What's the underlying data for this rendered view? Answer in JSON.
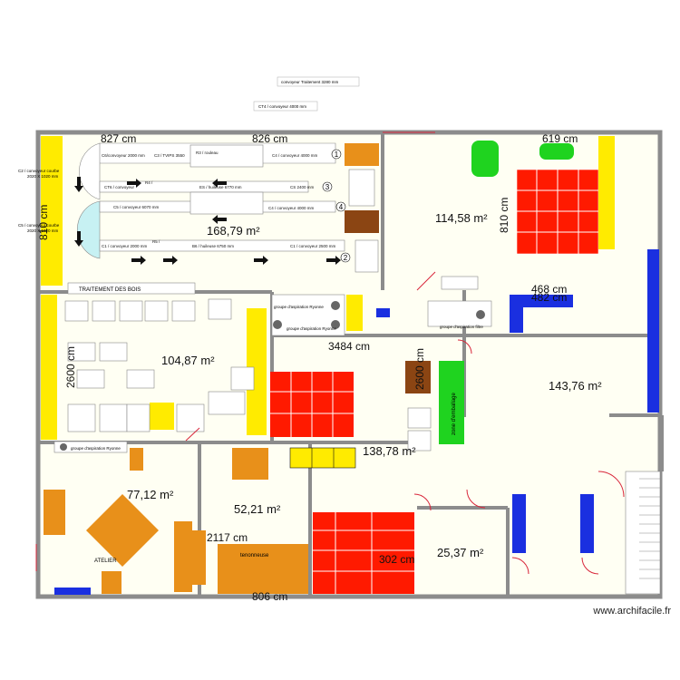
{
  "title_labels": {
    "top1": "convoyeur Traitement 3280 mm",
    "top2": "CT4 / convoyeur 4000 mm"
  },
  "areas": [
    "168,79 m²",
    "114,58 m²",
    "104,87 m²",
    "143,76 m²",
    "138,78 m²",
    "77,12 m²",
    "52,21 m²",
    "25,37 m²"
  ],
  "dimensions": [
    "827 cm",
    "826 cm",
    "619 cm",
    "810 cm",
    "810 cm",
    "468 cm",
    "482 cm",
    "3484 cm",
    "2600 cm",
    "2600 cm",
    "2117 cm",
    "302 cm",
    "806 cm"
  ],
  "side_labels": {
    "c2": "C2 / convoyeur courbe",
    "c2_dim": "2020 X 1020 mm",
    "c5": "C5 / convoyeur courbe",
    "c5_dim": "2020 X 1020 mm"
  },
  "conveyors": [
    "C6/convoyeur 2000 mm",
    "C3 / TVIPS 3550",
    "R3 / rouleau",
    "C4 / convoyeur 4000 mm",
    "CT6 / convoyeur",
    "R4 /",
    "ES / huileuse 6770 mm",
    "CS 2400 mm",
    "C5 / convoyeur 6070 mm",
    "C4 / convoyeur 4000 mm",
    "C1 / convoyeur 2000 mm",
    "R5 /",
    "B6 / huileuse 6750 mm",
    "C1 / convoyeur 2500 mm"
  ],
  "circle_numbers": [
    "1",
    "2",
    "3",
    "4"
  ],
  "labels": {
    "traitement": "TRAITEMENT DES BOIS",
    "aspi1": "groupe d'aspiration Ryonne",
    "aspi2": "groupe d'aspiration Ryonne",
    "aspi3": "groupe d'aspiration filtre",
    "aspi4": "groupe d'aspiration Ryonne",
    "emballage": "zone d'emballage",
    "atelier": "ATELIER",
    "tenonneuse": "tenonneuse"
  },
  "watermark": "www.archifacile.fr",
  "colors": {
    "wall": "#8c8c8c",
    "floor": "#fffff3",
    "yellow": "#ffeb00",
    "red": "#ff1a00",
    "orange": "#e8901a",
    "blue": "#1a2fe0",
    "green": "#1fd31f",
    "brown": "#8b4513"
  }
}
